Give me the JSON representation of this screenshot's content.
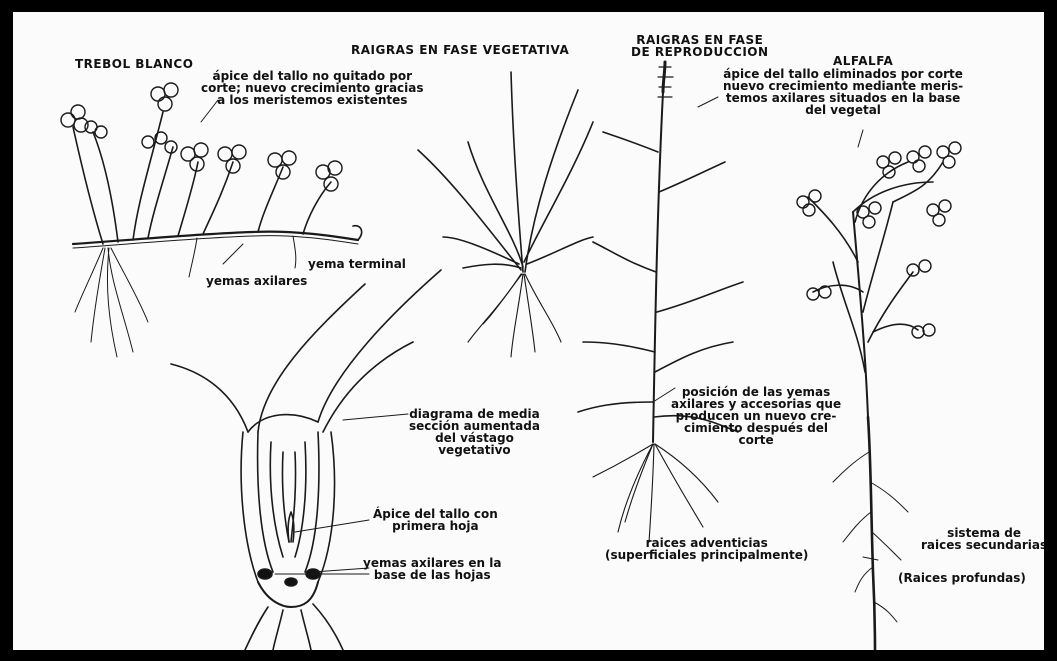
{
  "plants": {
    "trebol": {
      "title": "TREBOL BLANCO",
      "apex_note": "ápice del tallo no quitado por\ncorte; nuevo crecimiento gracias\na los meristemos existentes",
      "yema_terminal": "yema terminal",
      "yemas_axilares": "yemas axilares"
    },
    "raigras_veg": {
      "title": "RAIGRAS EN FASE VEGETATIVA"
    },
    "raigras_rep": {
      "title": "RAIGRAS EN FASE\nDE REPRODUCCION",
      "posicion": "posición de las yemas\naxilares y accesorias que\nproducen un nuevo cre-\ncimiento después del\ncorte",
      "raices_adv": "raices adventicias\n(superficiales principalmente)"
    },
    "alfalfa": {
      "title": "ALFALFA",
      "apex_note": "ápice del tallo eliminados por corte\nnuevo crecimiento mediante meris-\ntemos axilares situados en la base\ndel vegetal",
      "sistema": "sistema de\nraices secundarias",
      "profundas": "(Raices profundas)"
    }
  },
  "section": {
    "diagram": "diagrama de media\nsección aumentada\ndel vástago\nvegetativo",
    "apice": "Ápice del tallo con\nprimera hoja",
    "yemas_base": "yemas axilares en la\nbase de las hojas"
  },
  "colors": {
    "frame": "#000000",
    "paper": "#fbfbfb",
    "ink": "#111111"
  }
}
